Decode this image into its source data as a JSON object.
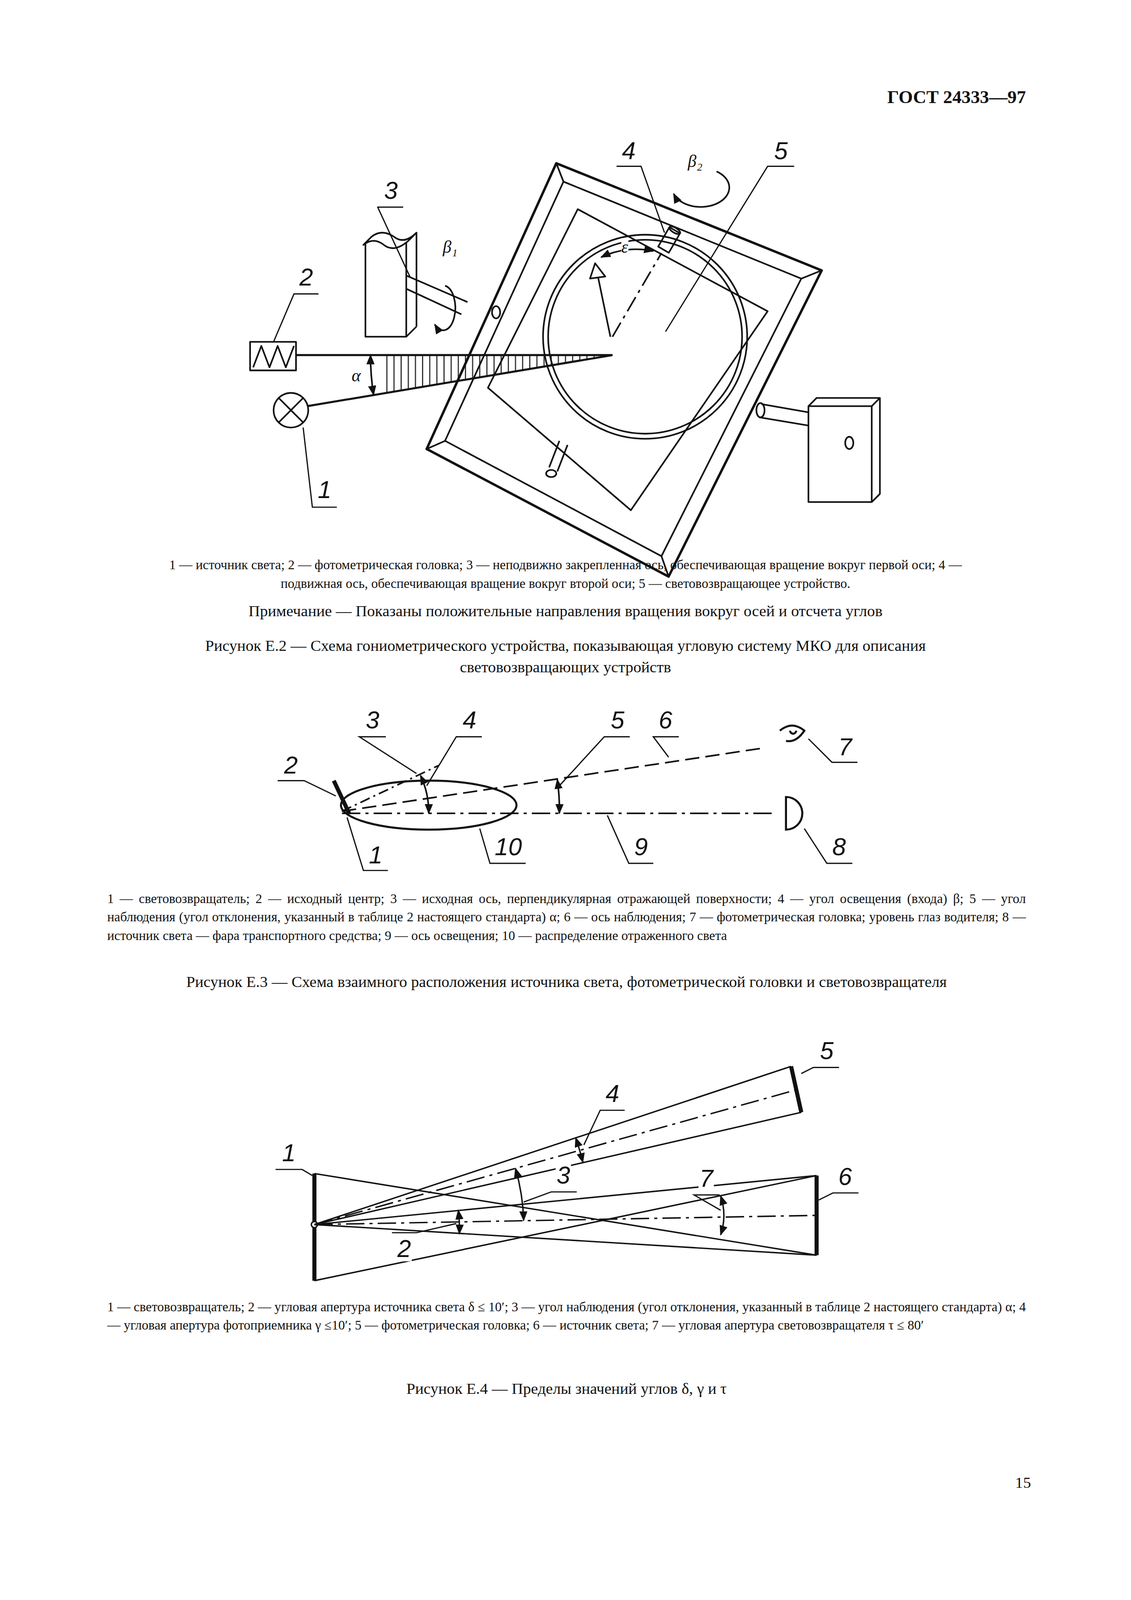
{
  "diagram": {
    "title": "ГОСТ 24333—97",
    "labels": [
      "4",
      "5",
      "β₂",
      "3",
      "β₁",
      "ε",
      "2",
      "α",
      "1",
      "1 — источник света; 2 — фотометрическая головка; 3 — неподвижно закрепленная ось, обеспечивающая вращение вокруг первой оси; 4 — подвижная ось, обеспечивающая вращение вокруг второй оси; 5 — световозвращающее устройство.",
      "Примечание — Показаны положительные направления вращения вокруг осей и отсчета углов",
      "Рисунок Е.2 — Схема гониометрического устройства, показывающая угловую систему МКО для описания световозвращающих устройств",
      "3",
      "4",
      "5",
      "6",
      "2",
      "7",
      "1",
      "10",
      "9",
      "8",
      "1 — световозвращатель; 2 — исходный центр; 3 — исходная ось, перпендикулярная отражающей поверхности; 4 — угол освещения (входа) β; 5 — угол наблюдения (угол отклонения, указанный в таблице 2 настоящего стандарта) α; 6 — ось наблюдения; 7 — фотометрическая головка; уровень глаз водителя; 8 — источник света — фара транспортного средства; 9 — ось освещения; 10 — распределение отраженного света",
      "Рисунок Е.3 — Схема взаимного расположения источника света, фотометрической головки и световозвращателя",
      "5",
      "4",
      "1",
      "3",
      "7",
      "6",
      "2",
      "1 — световозвращатель; 2 — угловая апертура источника света δ ≤ 10′; 3 — угол наблюдения (угол отклонения, указанный в таблице 2 настоящего стандарта) α; 4 — угловая апертура фотоприемника γ ≤10′; 5 — фотометрическая головка; 6 — источник света; 7 — угловая апертура световозвращателя τ ≤ 80′",
      "Рисунок Е.4 — Пределы значений углов δ, γ и τ",
      "15"
    ]
  }
}
